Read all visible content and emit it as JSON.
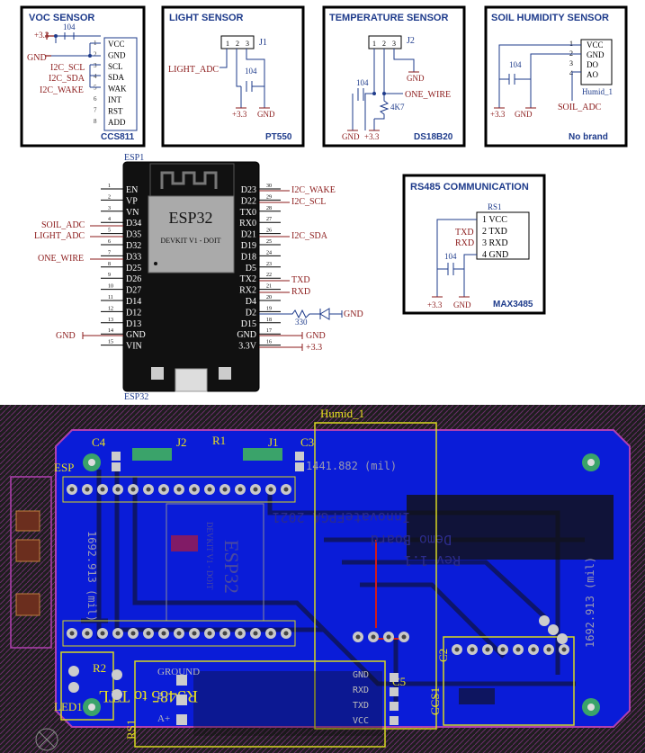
{
  "schematic": {
    "voc": {
      "title": "VOC SENSOR",
      "part": "CCS811",
      "pins": [
        "VCC",
        "GND",
        "SCL",
        "SDA",
        "WAK",
        "INT",
        "RST",
        "ADD"
      ],
      "pin_numbers": [
        "1",
        "2",
        "3",
        "4",
        "5",
        "6",
        "7",
        "8"
      ],
      "cap": "104",
      "vcc": "+3.3",
      "gnd": "GND",
      "nets": [
        "I2C_SCL",
        "I2C_SDA",
        "I2C_WAKE"
      ]
    },
    "light": {
      "title": "LIGHT SENSOR",
      "part": "PT550",
      "ref": "J1",
      "pin_numbers": [
        "1",
        "2",
        "3"
      ],
      "net": "LIGHT_ADC",
      "cap": "104",
      "vcc": "+3.3",
      "gnd": "GND"
    },
    "temp": {
      "title": "TEMPERATURE SENSOR",
      "part": "DS18B20",
      "ref": "J2",
      "pin_numbers": [
        "1",
        "2",
        "3"
      ],
      "net": "ONE_WIRE",
      "cap": "104",
      "res": "4K7",
      "gnd": "GND",
      "vcc": "+3.3"
    },
    "soil": {
      "title": "SOIL HUMIDITY SENSOR",
      "part": "No brand",
      "ref": "Humid_1",
      "pins": [
        "VCC",
        "GND",
        "DO",
        "AO"
      ],
      "pin_numbers": [
        "1",
        "2",
        "3",
        "4"
      ],
      "net": "SOIL_ADC",
      "cap": "104",
      "vcc": "+3.3",
      "gnd": "GND"
    },
    "esp": {
      "ref_top": "ESP1",
      "ref_bottom": "ESP32",
      "chip": "ESP32",
      "sub": "DEVKIT V1 - DOIT",
      "left_pins": [
        "EN",
        "VP",
        "VN",
        "D34",
        "D35",
        "D32",
        "D33",
        "D25",
        "D26",
        "D27",
        "D14",
        "D12",
        "D13",
        "GND",
        "VIN"
      ],
      "right_pins": [
        "D23",
        "D22",
        "TX0",
        "RX0",
        "D21",
        "D19",
        "D18",
        "D5",
        "TX2",
        "RX2",
        "D4",
        "D2",
        "D15",
        "GND",
        "3.3V"
      ],
      "left_nums": [
        "1",
        "2",
        "3",
        "4",
        "5",
        "6",
        "7",
        "8",
        "9",
        "10",
        "11",
        "12",
        "13",
        "14",
        "15"
      ],
      "right_nums": [
        "30",
        "29",
        "28",
        "27",
        "26",
        "25",
        "24",
        "23",
        "22",
        "21",
        "20",
        "19",
        "18",
        "17",
        "16"
      ],
      "left_nets": {
        "soil": "SOIL_ADC",
        "light": "LIGHT_ADC",
        "wire": "ONE_WIRE",
        "gnd": "GND"
      },
      "right_nets": {
        "wake": "I2C_WAKE",
        "scl": "I2C_SCL",
        "sda": "I2C_SDA",
        "txd": "TXD",
        "rxd": "RXD",
        "gnd": "GND",
        "vcc": "+3.3",
        "res": "330",
        "gnd_led": "GND"
      }
    },
    "rs485": {
      "title": "RS485 COMMUNICATION",
      "part": "MAX3485",
      "ref": "RS1",
      "pins": [
        "1 VCC",
        "2 TXD",
        "3 RXD",
        "4 GND"
      ],
      "nets": [
        "TXD",
        "RXD"
      ],
      "cap": "104",
      "vcc": "+3.3",
      "gnd": "GND"
    }
  },
  "pcb": {
    "comp_labels": {
      "c4": "C4",
      "j2": "J2",
      "r1": "R1",
      "j1": "J1",
      "c3": "C3",
      "esp": "ESP",
      "humid": "Humid_1",
      "r2": "R2",
      "led": "LED1",
      "c5": "C5",
      "c2": "C2",
      "ccs": "CCS1",
      "rs": "RS1"
    },
    "dimension_h": "1441.882 (mil)",
    "dimension_v_left": "1692.913 (mil)",
    "dimension_v_right": "1692.913 (mil)",
    "silk_text": [
      "InnovateFPGA 2021",
      "Demo Board",
      "Rev 1.1"
    ],
    "esp_silk": "ESP32",
    "esp_sub": "DEVKIT V1 - DOIT",
    "rs_title": "RS485 to TTL",
    "rs_pins": [
      "GND",
      "RXD",
      "TXD",
      "VCC"
    ],
    "rs_pins_left": [
      "A+",
      "B-",
      "GROUND"
    ]
  }
}
